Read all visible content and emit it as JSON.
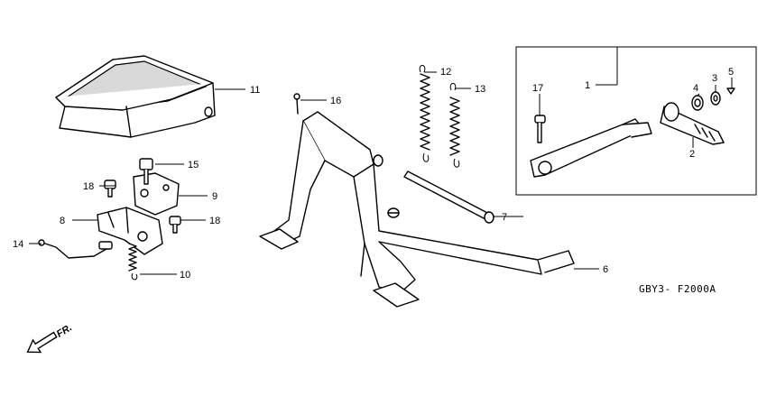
{
  "diagram_code": "GBY3- F2000A",
  "direction_label": "FR.",
  "callouts": {
    "p1": "1",
    "p2": "2",
    "p3": "3",
    "p4": "4",
    "p5": "5",
    "p6": "6",
    "p7": "7",
    "p8": "8",
    "p9": "9",
    "p10": "10",
    "p11": "11",
    "p12": "12",
    "p13": "13",
    "p14": "14",
    "p15": "15",
    "p16": "16",
    "p17": "17",
    "p18a": "18",
    "p18b": "18"
  }
}
